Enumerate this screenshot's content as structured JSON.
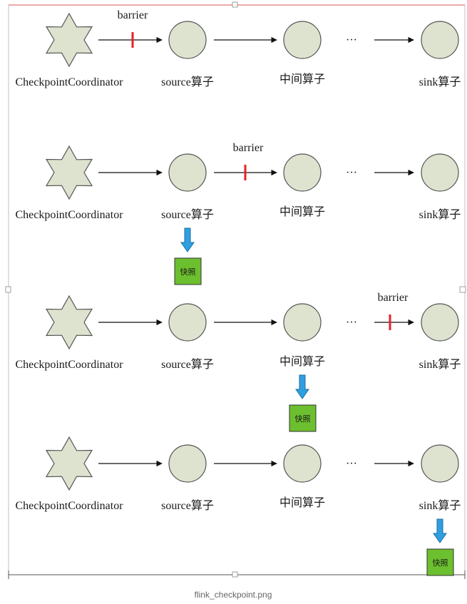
{
  "labels": {
    "coordinator": "CheckpointCoordinator",
    "source": "source算子",
    "middle": "中间算子",
    "sink": "sink算子",
    "ellipsis": "···",
    "barrier": "barrier",
    "snapshot": "快照"
  },
  "caption": "flink_checkpoint.png",
  "colors": {
    "node_fill": "#dde3cf",
    "node_stroke": "#555555",
    "barrier": "#e8202a",
    "down_arrow": "#2f9fe0",
    "snapshot_fill": "#6cbf2e",
    "frame_top": "#d9534f"
  },
  "stages": [
    {
      "barrier_at": "coordinator-source",
      "snapshot_at": null
    },
    {
      "barrier_at": "source-middle",
      "snapshot_at": "source"
    },
    {
      "barrier_at": "ellipsis-sink",
      "snapshot_at": "middle"
    },
    {
      "barrier_at": null,
      "snapshot_at": "sink"
    }
  ]
}
